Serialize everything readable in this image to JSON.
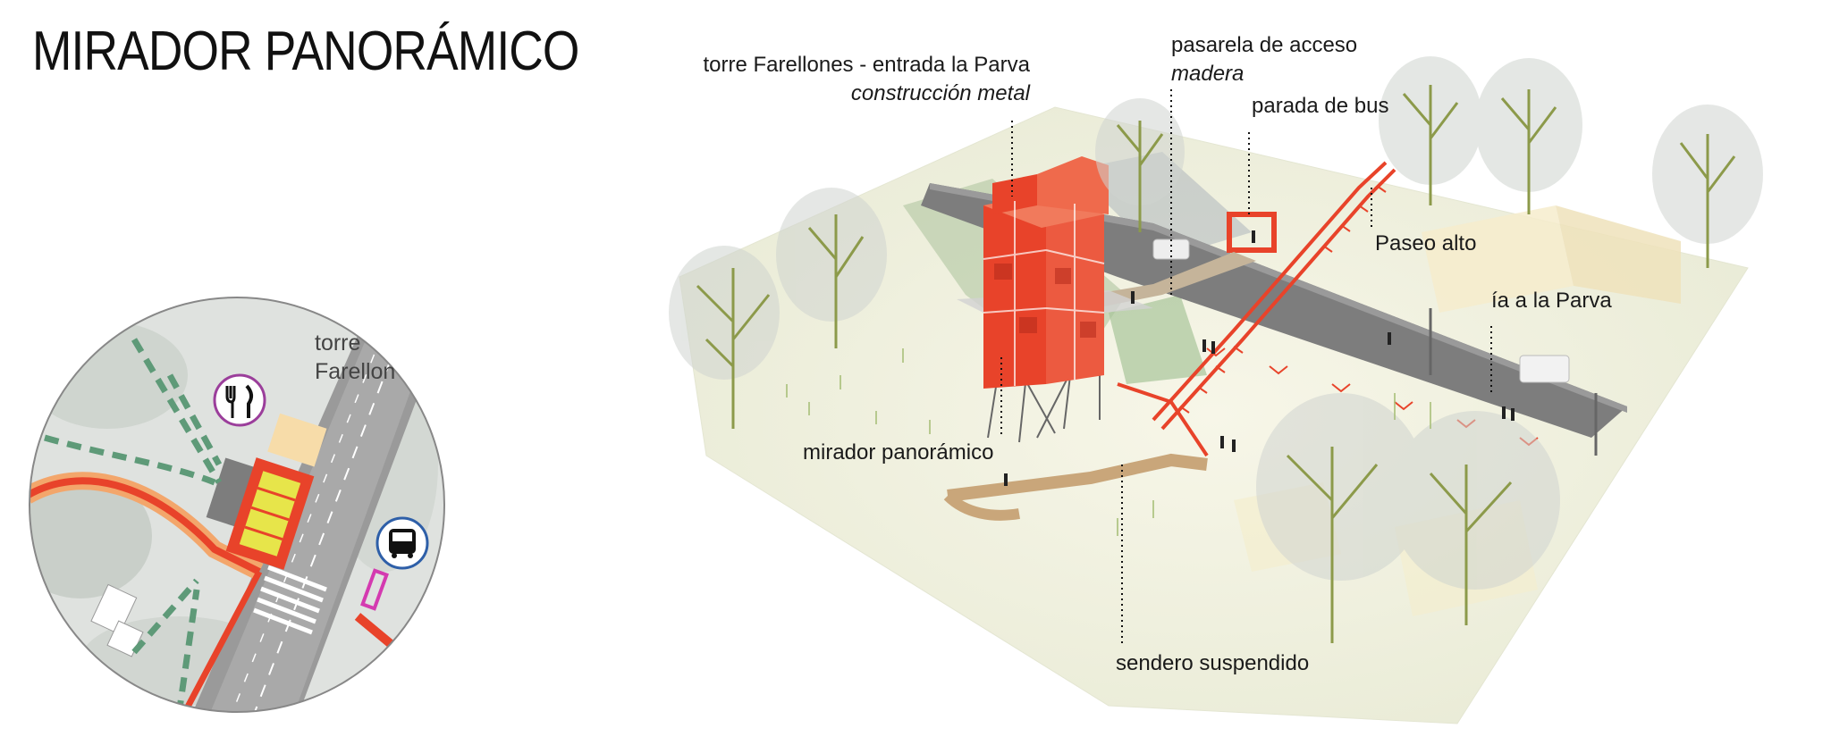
{
  "title": "MIRADOR PANORÁMICO",
  "inset_map": {
    "label_line1": "torre",
    "label_line2": "Farellon",
    "icons": [
      "restaurant-icon",
      "bus-icon"
    ]
  },
  "labels": {
    "torre": "torre Farellones - entrada la Parva",
    "torre_material": "construcción metal",
    "pasarela": "pasarela de acceso",
    "pasarela_material": "madera",
    "parada": "parada de bus",
    "paseo": "Paseo alto",
    "via": "ía a la Parva",
    "mirador": "mirador panorámico",
    "sendero": "sendero suspendido"
  },
  "colors": {
    "accent_orange": "#e8432a",
    "path_green": "#5e9a78",
    "road_gray": "#7d7d7d",
    "ground": "#f2f2e2"
  }
}
